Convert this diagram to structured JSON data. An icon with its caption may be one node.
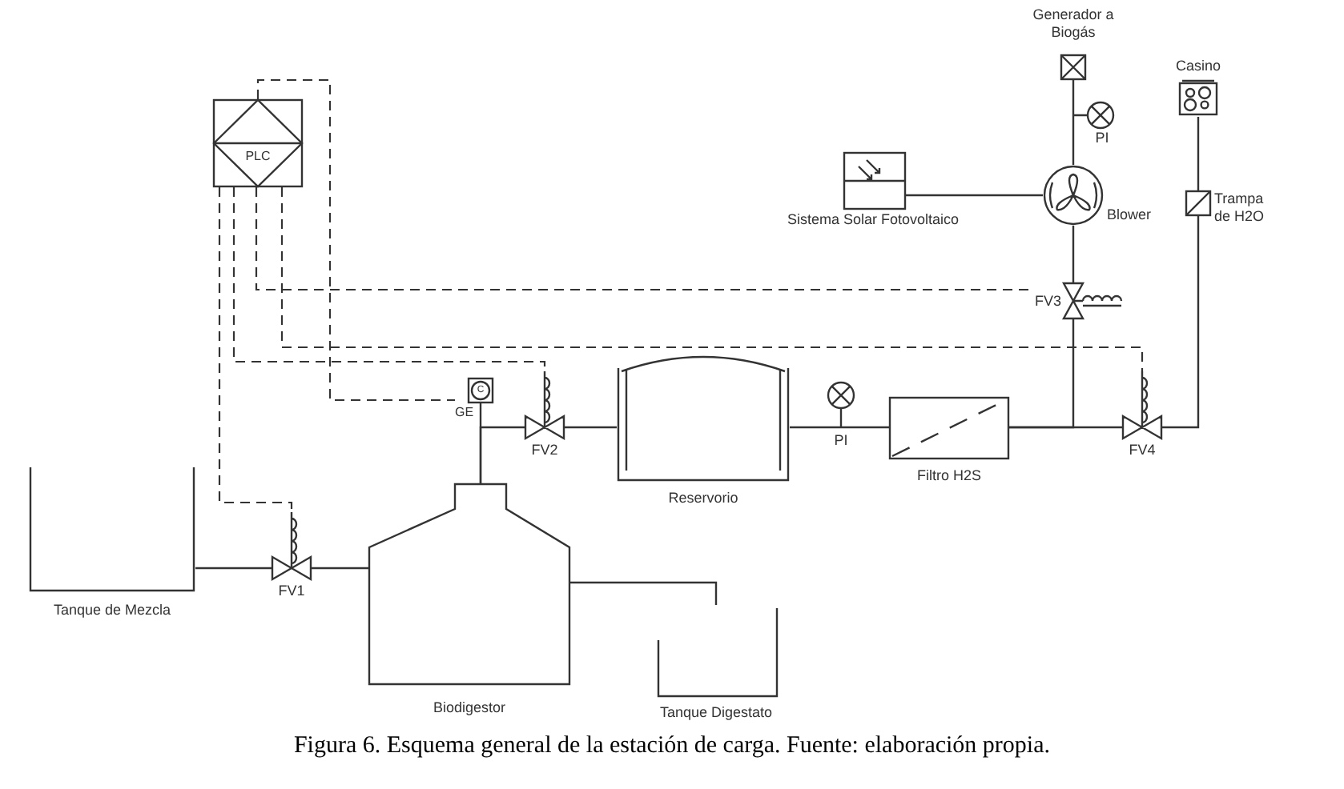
{
  "diagram": {
    "caption": "Figura 6. Esquema general de la estación de carga. Fuente: elaboración propia.",
    "nodes": [
      {
        "text": [
          "PLC"
        ]
      },
      {
        "text": [
          "Generador a Biogás"
        ]
      },
      {
        "text": [
          "PI"
        ]
      },
      {
        "text": [
          "Casino"
        ]
      },
      {
        "text": [
          "Sistema Solar Fotovoltaico"
        ]
      },
      {
        "text": [
          "Blower"
        ]
      },
      {
        "text": [
          "Trampa de H2O"
        ]
      },
      {
        "text": [
          "FV3"
        ]
      },
      {
        "text": [
          "C",
          "GE"
        ]
      },
      {
        "text": [
          "FV2"
        ]
      },
      {
        "text": [
          "Reservorio"
        ]
      },
      {
        "text": [
          "PI"
        ]
      },
      {
        "text": [
          "Filtro H2S"
        ]
      },
      {
        "text": [
          "FV4"
        ]
      },
      {
        "text": [
          "Tanque de Mezcla"
        ]
      },
      {
        "text": [
          "FV1"
        ]
      },
      {
        "text": [
          "Biodigestor"
        ]
      },
      {
        "text": [
          "Tanque Digestato"
        ]
      }
    ],
    "edges": [
      {
        "from": 14,
        "to": 15,
        "arrow": "none"
      },
      {
        "from": 15,
        "to": 16,
        "arrow": "none"
      },
      {
        "from": 16,
        "to": 8,
        "arrow": "none"
      },
      {
        "from": 16,
        "to": 9,
        "arrow": "none"
      },
      {
        "from": 9,
        "to": 10,
        "arrow": "none"
      },
      {
        "from": 10,
        "to": 11,
        "arrow": "none"
      },
      {
        "from": 11,
        "to": 12,
        "arrow": "none"
      },
      {
        "from": 12,
        "to": 13,
        "arrow": "none"
      },
      {
        "from": 12,
        "to": 7,
        "arrow": "none"
      },
      {
        "from": 7,
        "to": 5,
        "arrow": "none"
      },
      {
        "from": 5,
        "to": 2,
        "arrow": "none"
      },
      {
        "from": 2,
        "to": 1,
        "arrow": "none"
      },
      {
        "from": 4,
        "to": 5,
        "arrow": "none"
      },
      {
        "from": 13,
        "to": 6,
        "arrow": "none"
      },
      {
        "from": 6,
        "to": 3,
        "arrow": "none"
      },
      {
        "from": 16,
        "to": 17,
        "arrow": "none"
      },
      {
        "from": 0,
        "to": 15,
        "arrow": "none",
        "style": "dashed"
      },
      {
        "from": 0,
        "to": 9,
        "arrow": "none",
        "style": "dashed"
      },
      {
        "from": 0,
        "to": 7,
        "arrow": "none",
        "style": "dashed"
      },
      {
        "from": 0,
        "to": 13,
        "arrow": "none",
        "style": "dashed"
      },
      {
        "from": 0,
        "to": 8,
        "arrow": "none",
        "style": "dashed"
      }
    ]
  }
}
